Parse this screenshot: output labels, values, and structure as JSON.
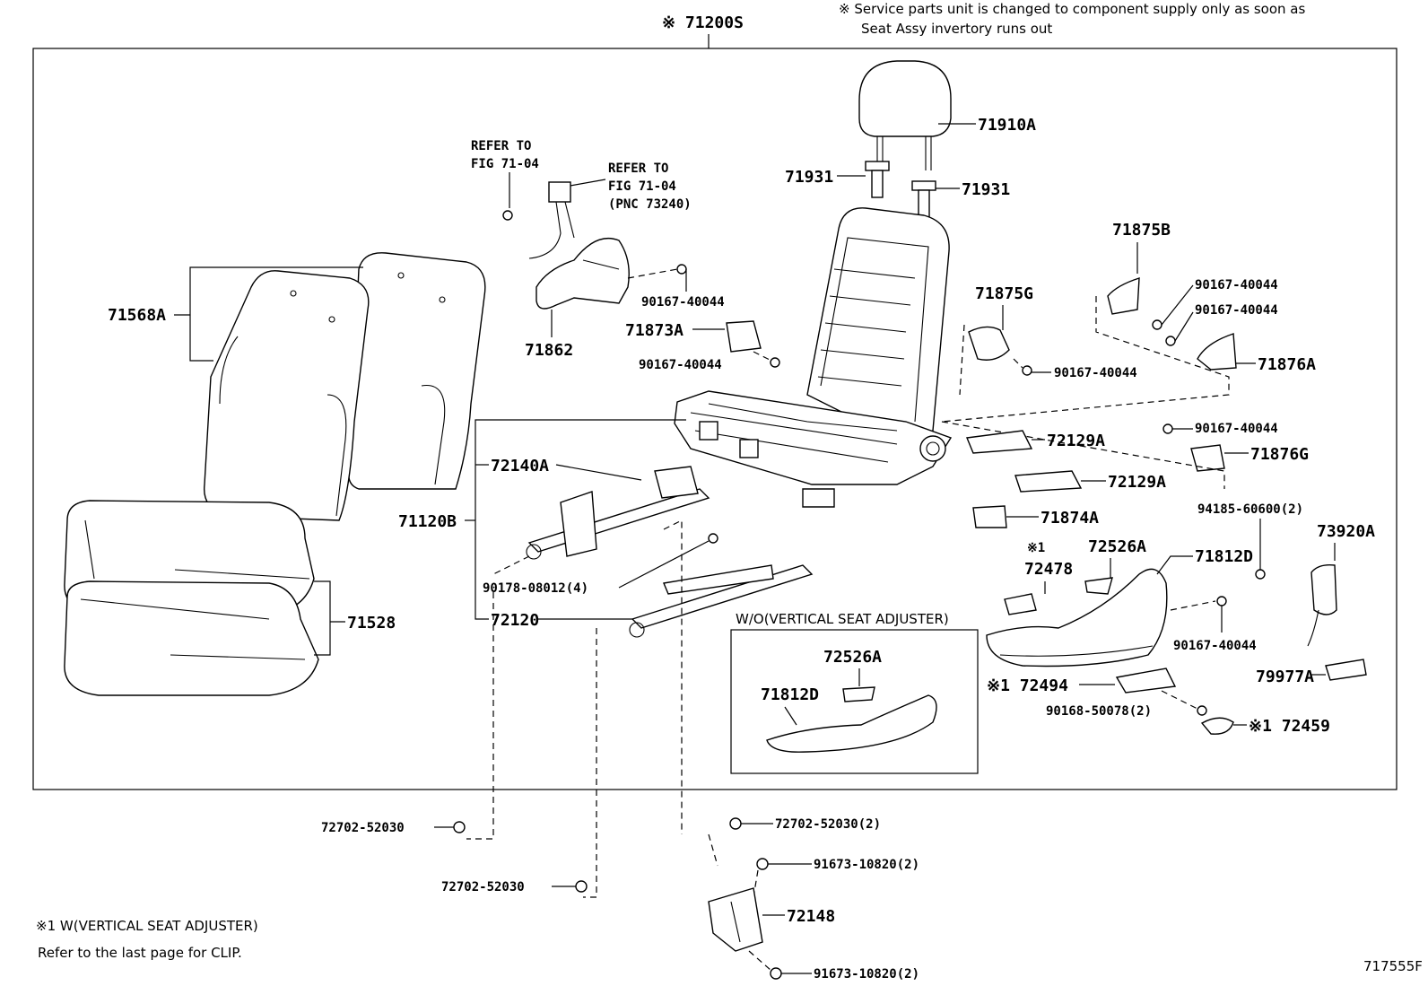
{
  "notes": {
    "service_line1": "※ Service parts unit is changed to component supply only as soon as",
    "service_line2": "Seat Assy invertory runs out",
    "footnote1": "※1  W(VERTICAL SEAT ADJUSTER)",
    "footnote2": "Refer to the last page for CLIP.",
    "figure_code": "717555F"
  },
  "assembly_label": "※ 71200S",
  "inset_title": "W/O(VERTICAL SEAT ADJUSTER)",
  "labels": {
    "p71910A": "71910A",
    "p71931_left": "71931",
    "p71931_right": "71931",
    "refer1_line1": "REFER TO",
    "refer1_line2": "FIG 71-04",
    "refer2_line1": "REFER TO",
    "refer2_line2": "FIG 71-04",
    "refer2_line3": "(PNC 73240)",
    "p71568A": "71568A",
    "p90167_a": "90167-40044",
    "p71862": "71862",
    "p71873A": "71873A",
    "p90167_b": "90167-40044",
    "p71875G": "71875G",
    "p90167_c": "90167-40044",
    "p71875B": "71875B",
    "p90167_d": "90167-40044",
    "p90167_e": "90167-40044",
    "p71876A": "71876A",
    "p90167_f": "90167-40044",
    "p71876G": "71876G",
    "p72129A_1": "72129A",
    "p72129A_2": "72129A",
    "p71874A": "71874A",
    "p72140A": "72140A",
    "p71120B": "71120B",
    "p90178": "90178-08012(4)",
    "p72120": "72120",
    "p71528": "71528",
    "p94185": "94185-60600(2)",
    "p73920A": "73920A",
    "x1_mark": "※1",
    "p72478": "72478",
    "p72526A": "72526A",
    "p71812D": "71812D",
    "p90167_g": "90167-40044",
    "p79977A": "79977A",
    "p72494": "※1 72494",
    "p90168": "90168-50078(2)",
    "p72459": "※1 72459",
    "inset_72526A": "72526A",
    "inset_71812D": "71812D",
    "p72702_a": "72702-52030",
    "p72702_b": "72702-52030",
    "p72702_c": "72702-52030(2)",
    "p91673_a": "91673-10820(2)",
    "p72148": "72148",
    "p91673_b": "91673-10820(2)"
  }
}
